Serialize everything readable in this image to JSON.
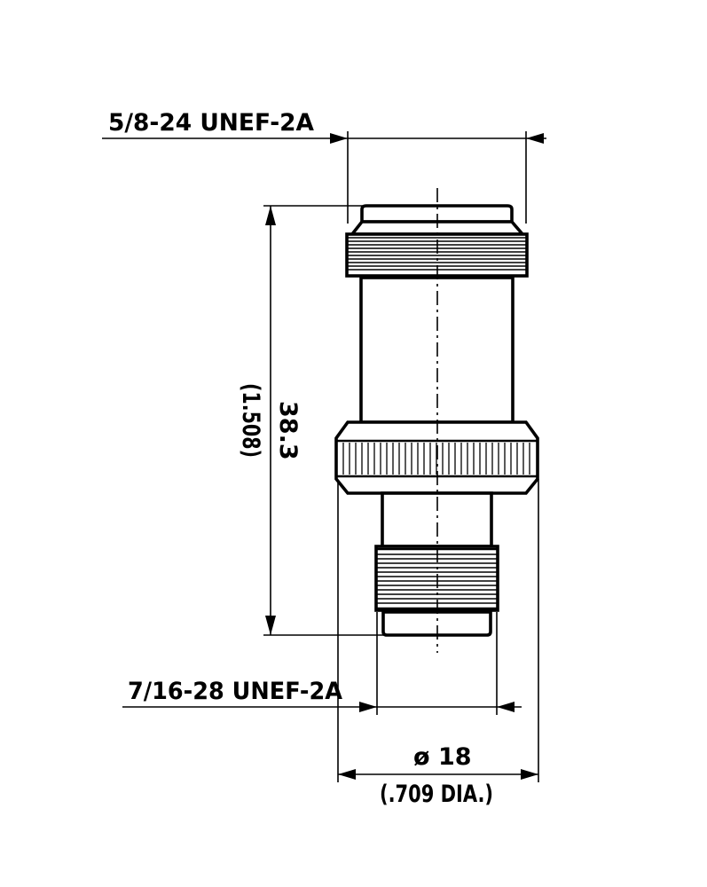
{
  "drawing": {
    "thread_top_label": "5/8-24 UNEF-2A",
    "thread_bottom_label": "7/16-28 UNEF-2A",
    "length_mm": "38.3",
    "length_in": "(1.508)",
    "diameter_mm": "ø 18",
    "diameter_in": "(.709 DIA.)"
  }
}
